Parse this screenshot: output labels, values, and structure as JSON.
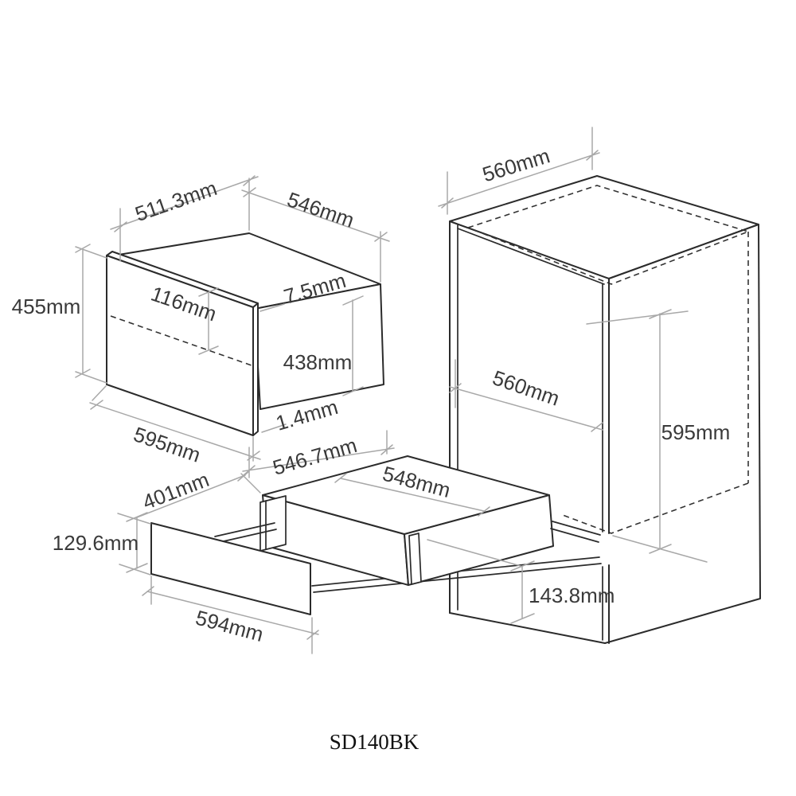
{
  "drawing": {
    "model_label": "SD140BK",
    "colors": {
      "object_line": "#2b2b2b",
      "dimension_line": "#a8a8a8",
      "label_text": "#3a3a3a",
      "background": "#ffffff"
    },
    "appliance": {
      "top_width": "511.3mm",
      "top_depth": "546mm",
      "front_height": "455mm",
      "panel_inset": "116mm",
      "top_reveal": "7.5mm",
      "body_height": "438mm",
      "bottom_reveal": "1.4mm",
      "front_width": "595mm"
    },
    "cabinet": {
      "top_depth": "560mm",
      "opening_width": "560mm",
      "opening_height": "595mm"
    },
    "drawer": {
      "slide_depth": "546.7mm",
      "tray_width": "548mm",
      "extension": "401mm",
      "front_panel_height": "129.6mm",
      "front_panel_width": "594mm",
      "install_height": "143.8mm"
    }
  }
}
